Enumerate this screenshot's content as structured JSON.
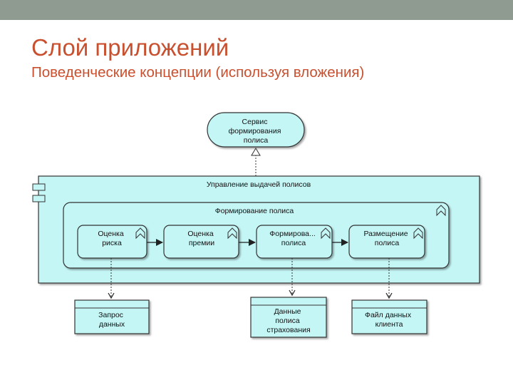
{
  "slide": {
    "title": "Слой приложений",
    "subtitle": "Поведенческие концепции (используя вложения)"
  },
  "diagram": {
    "service": {
      "lines": [
        "Сервис",
        "формирования",
        "полиса"
      ]
    },
    "component": {
      "label": "Управление выдачей полисов"
    },
    "process": {
      "label": "Формирование полиса"
    },
    "functions": [
      {
        "lines": [
          "Оценка",
          "риска"
        ]
      },
      {
        "lines": [
          "Оценка",
          "премии"
        ]
      },
      {
        "lines": [
          "Формирова...",
          "полиса"
        ]
      },
      {
        "lines": [
          "Размещение",
          "полиса"
        ]
      }
    ],
    "data_objects": [
      {
        "lines": [
          "Запрос",
          "данных"
        ]
      },
      {
        "lines": [
          "Данные",
          "полиса",
          "страхования"
        ]
      },
      {
        "lines": [
          "Файл данных",
          "клиента"
        ]
      }
    ],
    "colors": {
      "fill": "#c5f6f6",
      "stroke": "#333333",
      "title": "#c9502f",
      "topbar": "#8f9b90"
    },
    "icons": [
      "component-icon",
      "function-icon"
    ]
  }
}
